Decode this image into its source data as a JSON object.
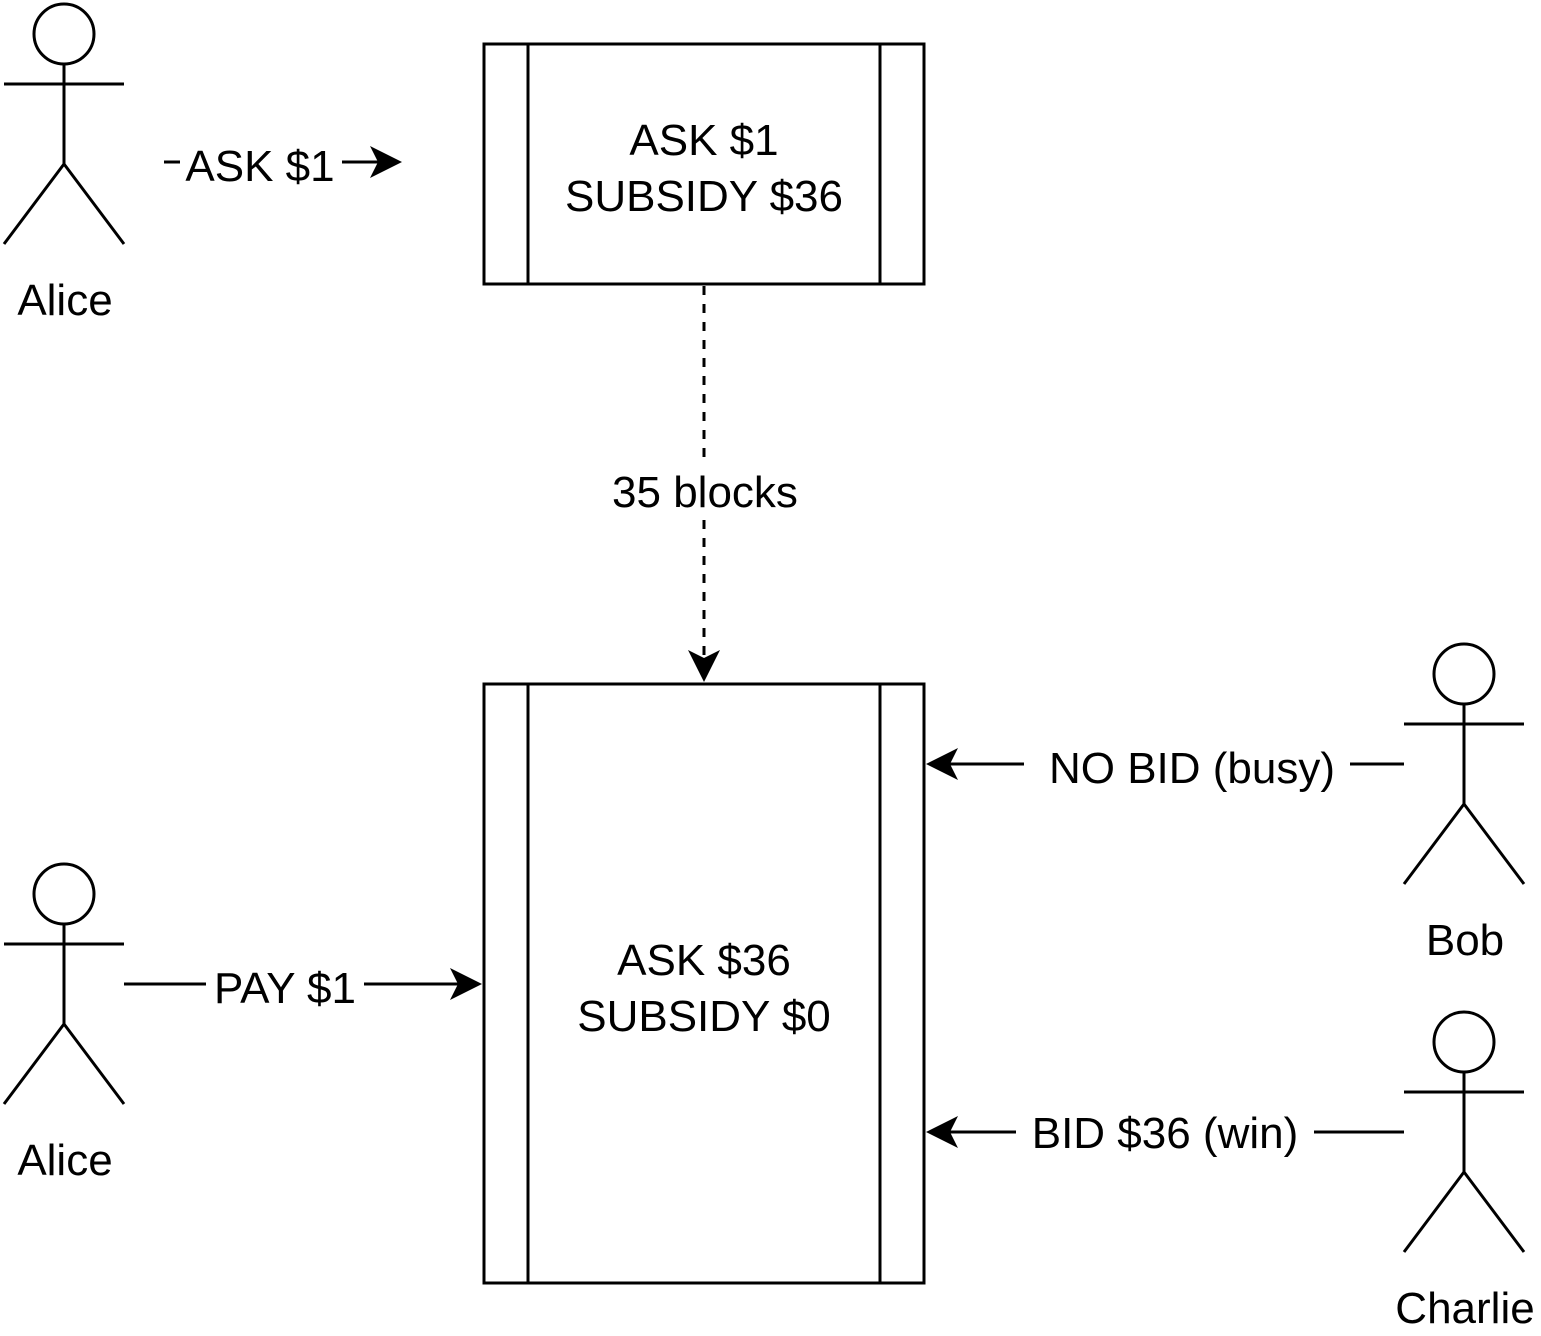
{
  "actors": {
    "alice_top": {
      "name": "Alice"
    },
    "alice_bottom": {
      "name": "Alice"
    },
    "bob": {
      "name": "Bob"
    },
    "charlie": {
      "name": "Charlie"
    }
  },
  "boxes": {
    "top": {
      "line1": "ASK $1",
      "line2": "SUBSIDY $36"
    },
    "bottom": {
      "line1": "ASK $36",
      "line2": "SUBSIDY $0"
    }
  },
  "edges": {
    "alice_ask": "ASK $1",
    "blocks": "35 blocks",
    "alice_pay": "PAY $1",
    "bob_no_bid": "NO BID (busy)",
    "charlie_bid": "BID $36 (win)"
  }
}
